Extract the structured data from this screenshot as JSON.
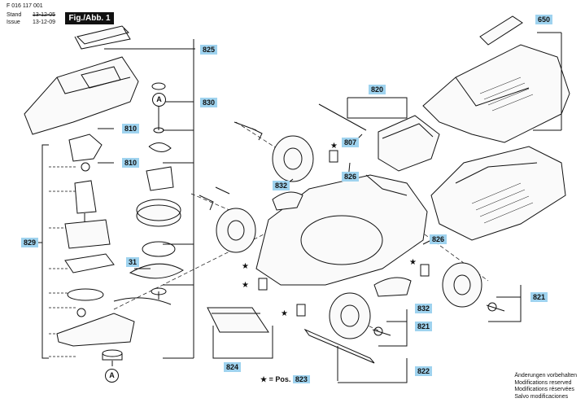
{
  "header": {
    "part_number": "F 016 117 001",
    "stand_label": "Stand",
    "stand_value": "13-12-05",
    "issue_label": "Issue",
    "issue_value": "13-12-09",
    "figure_label": "Fig./Abb. 1"
  },
  "callouts": {
    "c650": "650",
    "c825": "825",
    "c830": "830",
    "c810a": "810",
    "c810b": "810",
    "c820": "820",
    "c807": "807",
    "c826a": "826",
    "c832a": "832",
    "c829": "829",
    "c826b": "826",
    "c31": "31",
    "c821a": "821",
    "c832b": "832",
    "c821b": "821",
    "c824": "824",
    "c822": "822"
  },
  "connectors": {
    "a_top": "A",
    "a_bottom": "A"
  },
  "legend": {
    "star": "★",
    "text": "= Pos.",
    "ref": "823"
  },
  "notes": [
    "Änderungen vorbehalten",
    "Modifications reserved",
    "Modifications réservées",
    "Salvo modificaciones"
  ],
  "colors": {
    "callout_bg": "#9fd3ef",
    "line": "#111111"
  }
}
